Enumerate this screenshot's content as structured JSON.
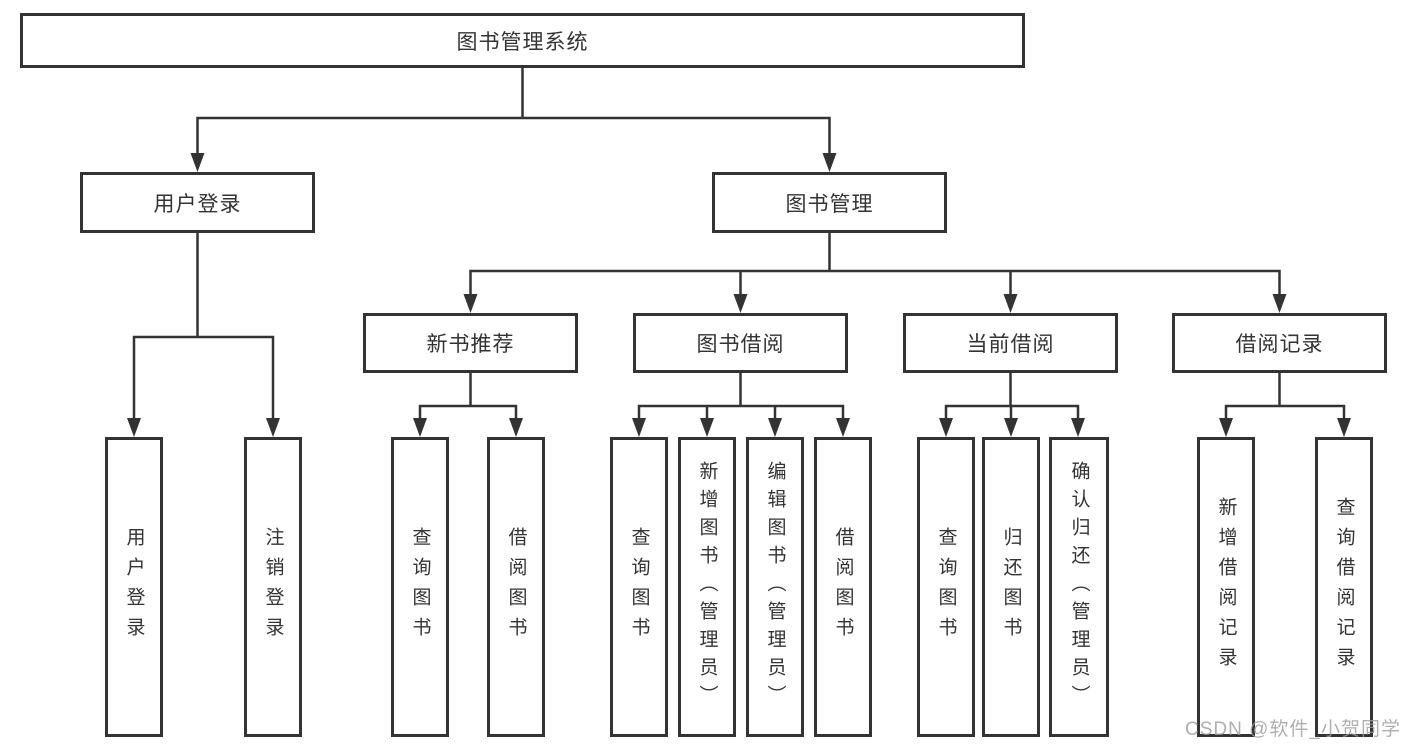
{
  "tree": {
    "root": "图书管理系统",
    "children": [
      {
        "label": "用户登录",
        "children": [
          {
            "label": "用户登录"
          },
          {
            "label": "注销登录"
          }
        ]
      },
      {
        "label": "图书管理",
        "children": [
          {
            "label": "新书推荐",
            "children": [
              {
                "label": "查询图书"
              },
              {
                "label": "借阅图书"
              }
            ]
          },
          {
            "label": "图书借阅",
            "children": [
              {
                "label": "查询图书"
              },
              {
                "label": "新增图书（管理员）"
              },
              {
                "label": "编辑图书（管理员）"
              },
              {
                "label": "借阅图书"
              }
            ]
          },
          {
            "label": "当前借阅",
            "children": [
              {
                "label": "查询图书"
              },
              {
                "label": "归还图书"
              },
              {
                "label": "确认归还（管理员）"
              }
            ]
          },
          {
            "label": "借阅记录",
            "children": [
              {
                "label": "新增借阅记录"
              },
              {
                "label": "查询借阅记录"
              }
            ]
          }
        ]
      }
    ]
  },
  "watermark": {
    "text": "CSDN @软件_小贺同学"
  },
  "colors": {
    "line": "#333333",
    "box_border": "#333333",
    "text": "#333333",
    "background": "#ffffff",
    "watermark": "#9e9e9e"
  }
}
